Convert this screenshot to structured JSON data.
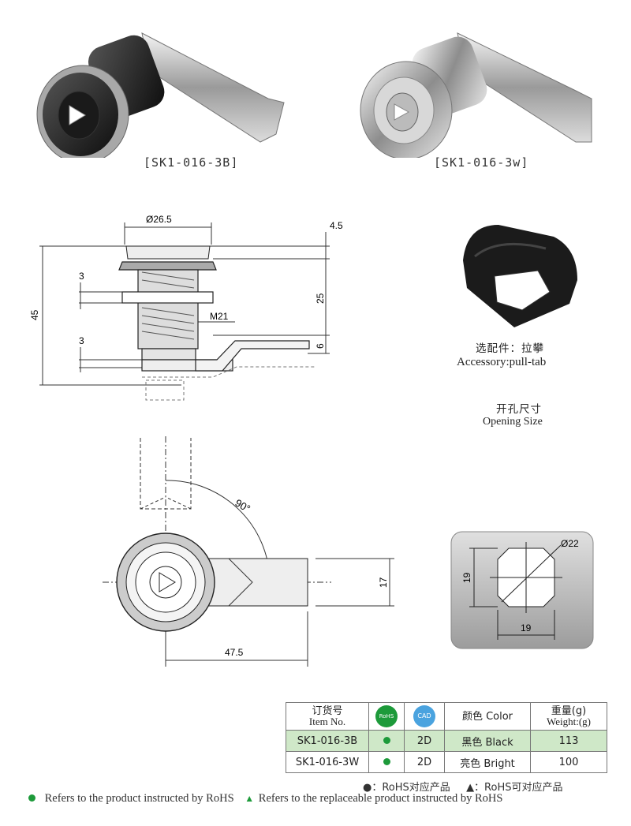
{
  "products": [
    {
      "caption": "[SK1-016-3B]"
    },
    {
      "caption": "[SK1-016-3w]"
    }
  ],
  "dims_side": {
    "d26_5": "Ø26.5",
    "d4_5": "4.5",
    "d3a": "3",
    "d25": "25",
    "d45": "45",
    "m21": "M21",
    "d3b": "3",
    "d6": "6"
  },
  "dims_top": {
    "angle": "90°",
    "d17": "17",
    "d47_5": "47.5"
  },
  "accessory": {
    "cn": "选配件：拉攀",
    "en": "Accessory:pull-tab"
  },
  "opening": {
    "cn": "开孔尺寸",
    "en": "Opening Size",
    "diam": "Ø22",
    "w": "19",
    "h": "19"
  },
  "table": {
    "headers": {
      "item_cn": "订货号",
      "item_en": "Item No.",
      "rohs_badge": "RoHS",
      "cad_badge": "CAD",
      "color": "颜色  Color",
      "weight_cn": "重量(g)",
      "weight_en": "Weight:(g)"
    },
    "rows": [
      {
        "item": "SK1-016-3B",
        "cad": "2D",
        "color": "黑色  Black",
        "weight": "113"
      },
      {
        "item": "SK1-016-3W",
        "cad": "2D",
        "color": "亮色  Bright",
        "weight": "100"
      }
    ]
  },
  "footnote_cn": {
    "dot": "●：RoHS对应产品",
    "tri": "▲：RoHS可对应产品"
  },
  "footnote_en": {
    "dot": "Refers to the product instructed by RoHS",
    "tri": "Refers to the replaceable product instructed by RoHS"
  },
  "colors": {
    "rohs_green": "#1d9a3a",
    "highlight_row": "#cfe8c8",
    "cad_blue": "#4aa3df"
  }
}
